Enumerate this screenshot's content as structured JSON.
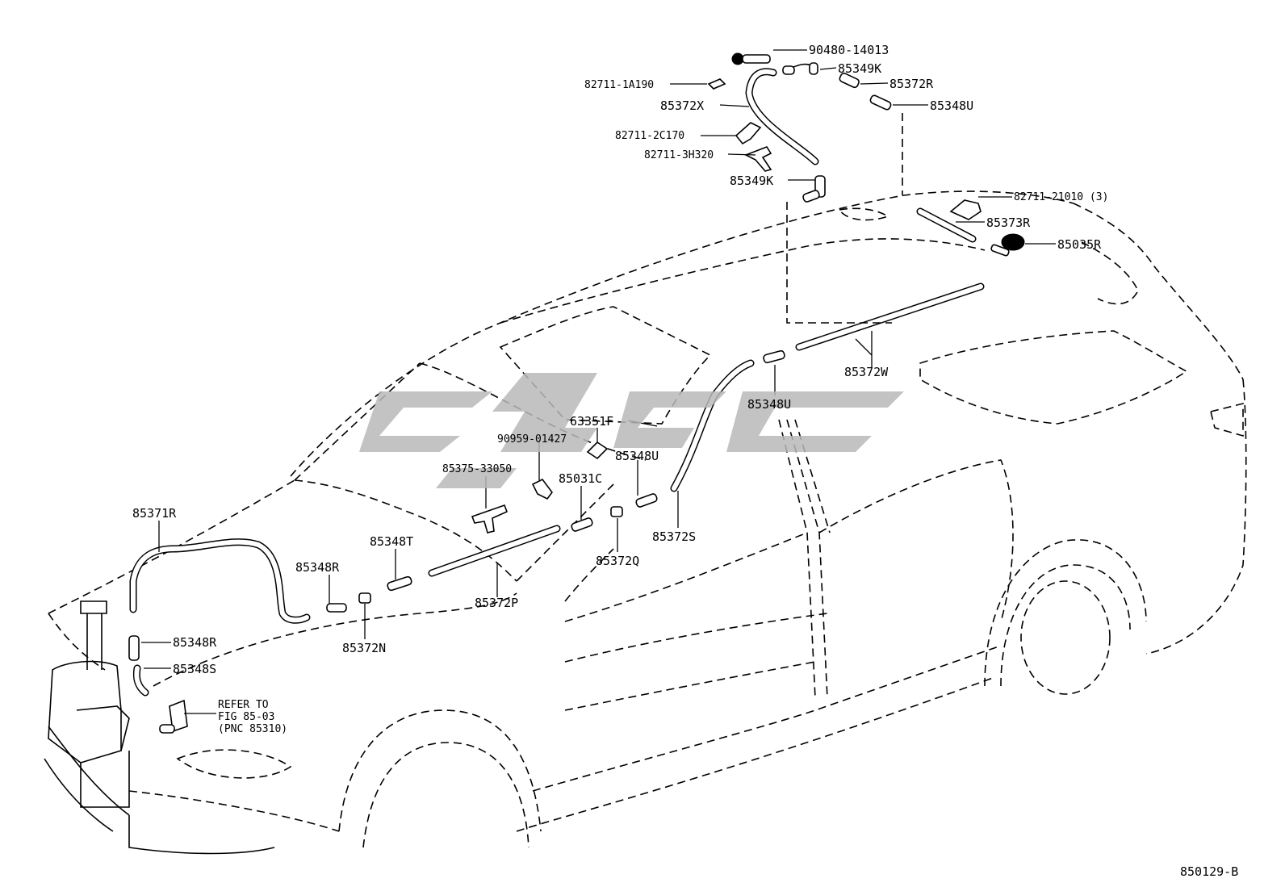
{
  "diagram": {
    "drawing_number": "850129-B",
    "watermark": "",
    "reference_note": [
      "REFER TO",
      "FIG 85-03",
      "(PNC 85310)"
    ],
    "callouts": [
      {
        "id": "c01",
        "text": "90480-14013"
      },
      {
        "id": "c02",
        "text": "85349K"
      },
      {
        "id": "c03",
        "text": "82711-1A190"
      },
      {
        "id": "c04",
        "text": "85372R"
      },
      {
        "id": "c05",
        "text": "85372X"
      },
      {
        "id": "c06",
        "text": "85348U"
      },
      {
        "id": "c07",
        "text": "82711-2C170"
      },
      {
        "id": "c08",
        "text": "82711-3H320"
      },
      {
        "id": "c09",
        "text": "85349K"
      },
      {
        "id": "c10",
        "text": "82711-21010 (3)"
      },
      {
        "id": "c11",
        "text": "85373R"
      },
      {
        "id": "c12",
        "text": "85035R"
      },
      {
        "id": "c13",
        "text": "85372W"
      },
      {
        "id": "c14",
        "text": "85348U"
      },
      {
        "id": "c15",
        "text": "63351F"
      },
      {
        "id": "c16",
        "text": "90959-01427"
      },
      {
        "id": "c17",
        "text": "85348U"
      },
      {
        "id": "c18",
        "text": "85375-33050"
      },
      {
        "id": "c19",
        "text": "85031C"
      },
      {
        "id": "c20",
        "text": "85371R"
      },
      {
        "id": "c21",
        "text": "85348T"
      },
      {
        "id": "c22",
        "text": "85372S"
      },
      {
        "id": "c23",
        "text": "85348R"
      },
      {
        "id": "c24",
        "text": "85372Q"
      },
      {
        "id": "c25",
        "text": "85372P"
      },
      {
        "id": "c26",
        "text": "85372N"
      },
      {
        "id": "c27",
        "text": "85348R"
      },
      {
        "id": "c28",
        "text": "85348S"
      }
    ]
  }
}
